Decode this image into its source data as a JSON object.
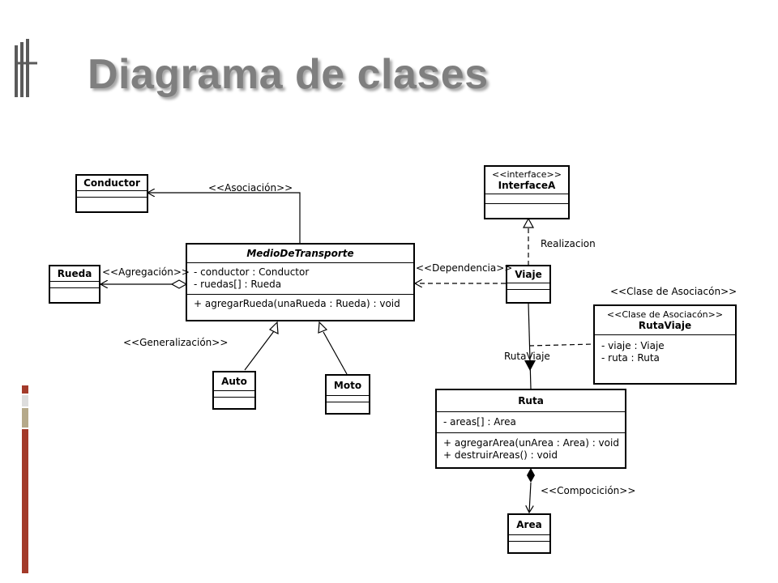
{
  "title": "Diagrama de clases",
  "colors": {
    "title": "#7f7f7f",
    "accent_red": "#a33a2a",
    "accent_tan": "#b5a98a"
  },
  "classes": {
    "conductor": {
      "name": "Conductor"
    },
    "rueda": {
      "name": "Rueda"
    },
    "medio": {
      "name": "MedioDeTransporte",
      "attributes": [
        "- conductor : Conductor",
        "- ruedas[] : Rueda"
      ],
      "operations": [
        "+ agregarRueda(unaRueda : Rueda) : void"
      ]
    },
    "auto": {
      "name": "Auto"
    },
    "moto": {
      "name": "Moto"
    },
    "interfaceA": {
      "stereotype": "<<interface>>",
      "name": "InterfaceA"
    },
    "viaje": {
      "name": "Viaje"
    },
    "rutaViaje": {
      "stereotype": "<<Clase de Asociacón>>",
      "name": "RutaViaje",
      "attributes": [
        "- viaje : Viaje",
        "- ruta : Ruta"
      ]
    },
    "ruta": {
      "name": "Ruta",
      "attributes": [
        "- areas[] : Area"
      ],
      "operations": [
        "+ agregarArea(unArea : Area) : void",
        "+ destruirAreas() : void"
      ]
    },
    "area": {
      "name": "Area"
    }
  },
  "relations": {
    "asociacion": "<<Asociación>>",
    "agregacion": "<<Agregación>>",
    "generalizacion": "<<Generalización>>",
    "dependencia": "<<Dependencia>>",
    "realizacion": "Realizacion",
    "clase_asociacion": "<<Clase de Asociacón>>",
    "ruta_viaje": "RutaViaje",
    "composicion": "<<Compocición>>"
  }
}
